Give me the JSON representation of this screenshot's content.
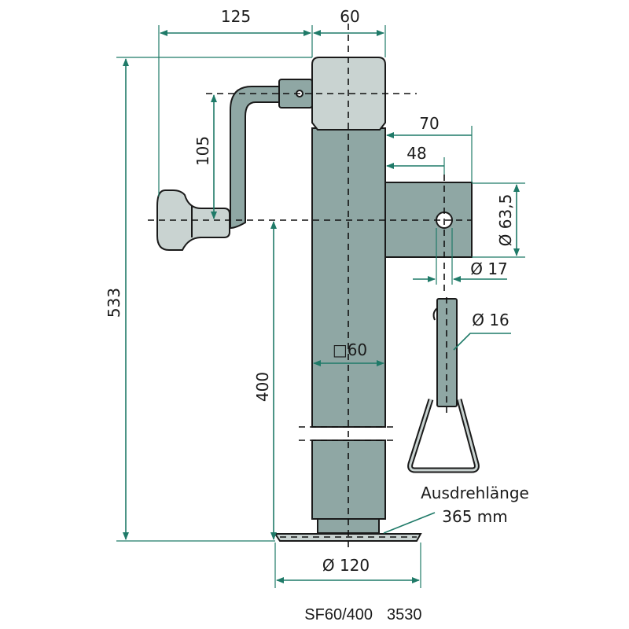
{
  "colors": {
    "body": "#8fa7a4",
    "light": "#c9d3d1",
    "dimension": "#1f7a68"
  },
  "dimensions": {
    "crank_offset": "125",
    "tube_width_top": "60",
    "total_height": "533",
    "crank_radius": "105",
    "mount_70": "70",
    "mount_48": "48",
    "mount_diameter": "Ø 63,5",
    "hole_diameter": "Ø 17",
    "pin_diameter": "Ø 16",
    "tube_square": "□60",
    "crank_height": "400",
    "foot_diameter": "Ø 120"
  },
  "note": {
    "line1": "Ausdrehlänge",
    "line2": "365 mm"
  },
  "caption": {
    "model": "SF60/400",
    "number": "3530"
  }
}
